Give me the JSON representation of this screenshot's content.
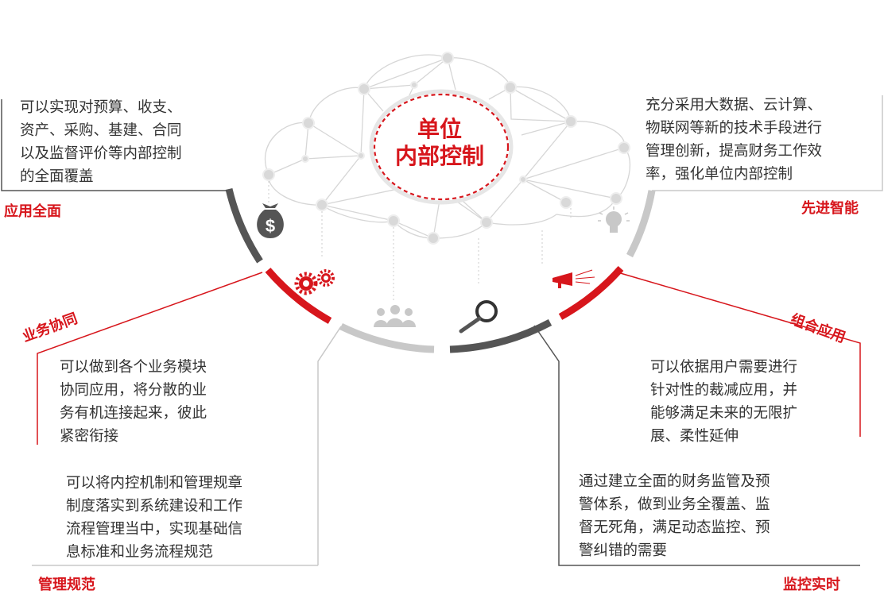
{
  "center": {
    "line1": "单位",
    "line2": "内部控制"
  },
  "colors": {
    "red": "#d7161c",
    "dark_gray": "#555555",
    "light_gray": "#c8c8c8"
  },
  "sections": [
    {
      "label": "应用全面",
      "icon": "money-bag-icon",
      "lines": [
        "可以实现对预算、收支、",
        "资产、采购、基建、合同",
        "以及监督评价等内部控制",
        "的全面覆盖"
      ]
    },
    {
      "label": "业务协同",
      "icon": "gears-icon",
      "lines": [
        "可以做到各个业务模块",
        "协同应用，将分散的业",
        "务有机连接起来，彼此",
        "紧密衔接"
      ]
    },
    {
      "label": "管理规范",
      "icon": "people-icon",
      "lines": [
        "可以将内控机制和管理规章",
        "制度落实到系统建设和工作",
        "流程管理当中，实现基础信",
        "息标准和业务流程规范"
      ]
    },
    {
      "label": "监控实时",
      "icon": "magnifier-icon",
      "lines": [
        "通过建立全面的财务监管及预",
        "警体系，做到业务全覆盖、监",
        "督无死角，满足动态监控、预",
        "警纠错的需要"
      ]
    },
    {
      "label": "组合应用",
      "icon": "megaphone-icon",
      "lines": [
        "可以依据用户需要进行",
        "针对性的裁减应用，并",
        "能够满足未来的无限扩",
        "展、柔性延伸"
      ]
    },
    {
      "label": "先进智能",
      "icon": "lightbulb-icon",
      "lines": [
        "充分采用大数据、云计算、",
        "物联网等新的技术手段进行",
        "管理创新，提高财务工作效",
        "率，强化单位内部控制"
      ]
    }
  ]
}
